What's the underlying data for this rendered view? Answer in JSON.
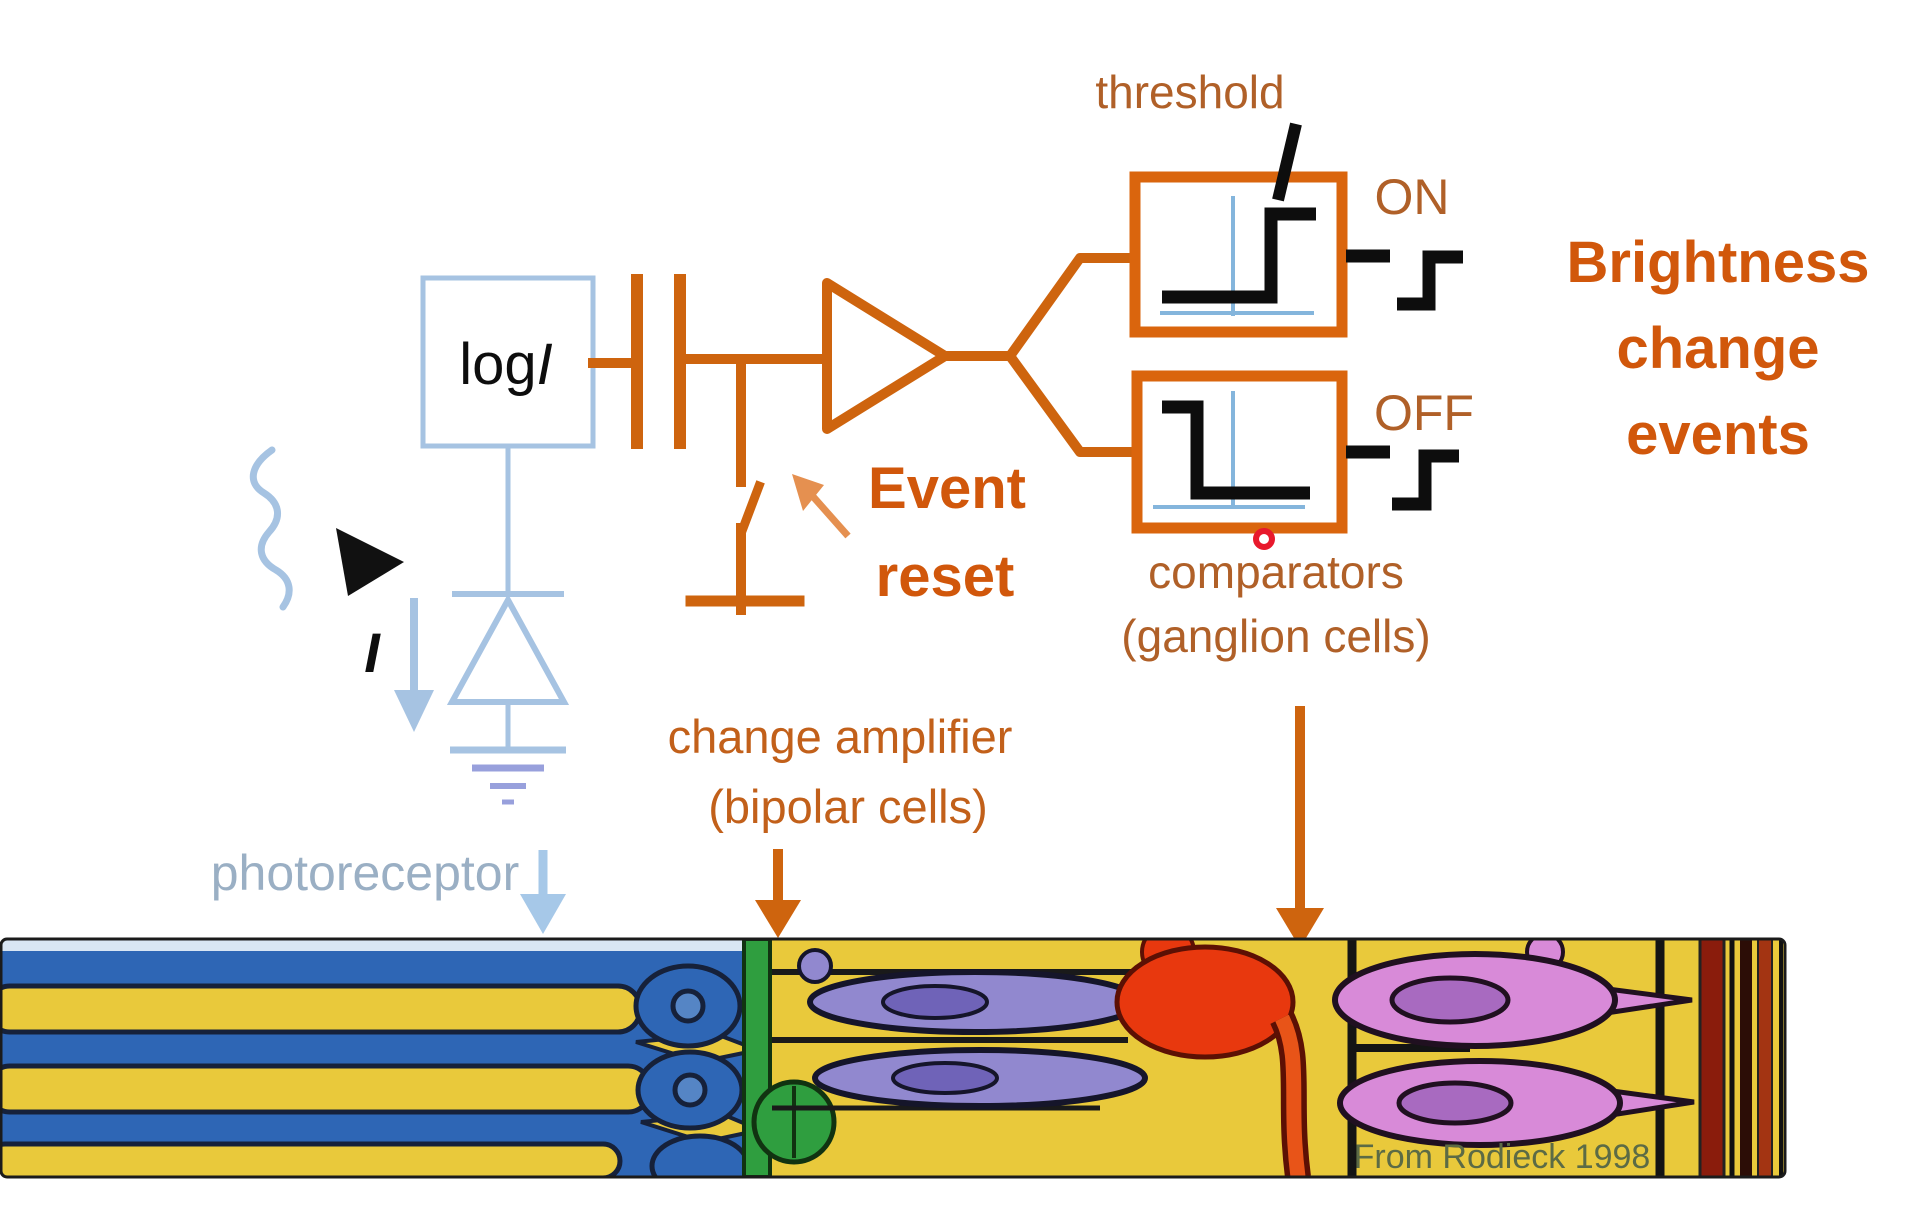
{
  "diagram": {
    "description": "Event camera (DVS) pixel schematic mapped onto retina cell types",
    "pixel_box": {
      "log_prefix": "log",
      "log_current": "I"
    },
    "photocurrent_label": "I",
    "threshold_label": "threshold",
    "on_label": "ON",
    "off_label": "OFF",
    "output_title": {
      "line1": "Brightness",
      "line2": "change",
      "line3": "events"
    },
    "event_reset": {
      "line1": "Event",
      "line2": "reset"
    },
    "comparators_caption": {
      "line1": "comparators",
      "line2": "(ganglion cells)"
    },
    "amplifier_caption": {
      "line1": "change amplifier",
      "line2": "(bipolar cells)"
    },
    "photoreceptor_caption": "photoreceptor"
  },
  "retina_image": {
    "credit": "From Rodieck 1998"
  },
  "colors": {
    "circuit_orange": "#ce640e",
    "label_brown_orange": "#b06028",
    "bold_orange_text": "#d1570b",
    "photoreceptor_blue": "#a6c3e2",
    "caption_blue_gray": "#9aafc4",
    "comparator_axis_blue": "#84b5dc",
    "signal_black": "#0d0d0d",
    "laser_dot_red": "#e8192c",
    "retina_yellow": "#e9c93b",
    "retina_blue": "#2e66b5",
    "retina_green": "#2f9e3f",
    "retina_purple": "#9188cf",
    "retina_red": "#e8380e",
    "retina_magenta": "#d88ad8",
    "credit_olive": "#5c6b45"
  }
}
